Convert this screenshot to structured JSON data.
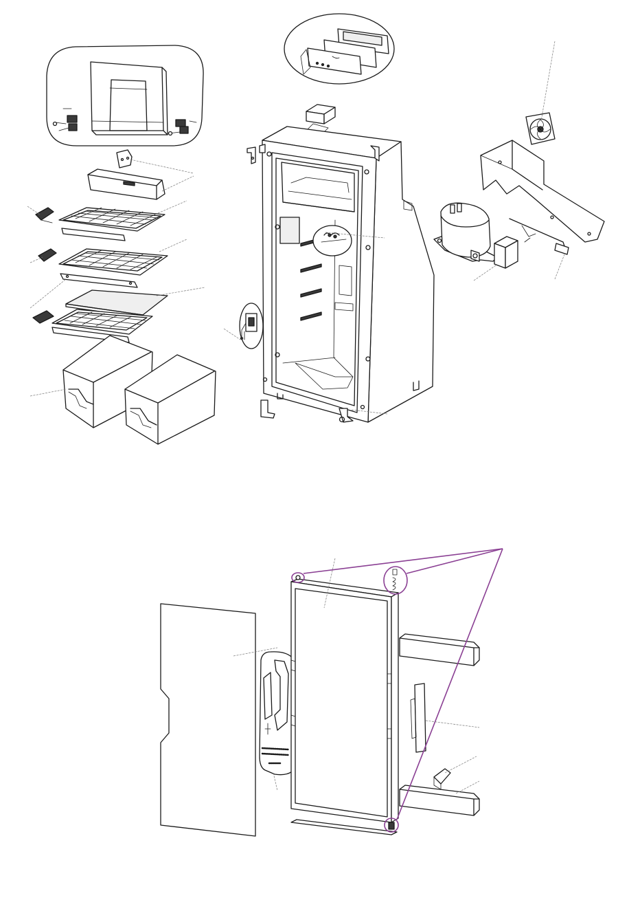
{
  "colors": {
    "background": "#ffffff",
    "line": "#1a1a1a",
    "leader": "#777777",
    "highlight": "#8a3f93"
  },
  "parts_upper": [
    "door-top-detail-inset",
    "thermostat-panel-inset",
    "cabinet",
    "freezer-tray",
    "wire-shelf-upper",
    "wire-shelf-middle",
    "shelf-rail-middle",
    "glass-crisper-cover",
    "wire-shelf-lower",
    "crisper-drawers",
    "door-switch",
    "evaporator-fan",
    "compressor-cover",
    "compressor",
    "relay-box",
    "power-cord"
  ],
  "parts_lower": [
    "door-outer-panel",
    "door-handle",
    "door-gasket-frame",
    "door-bottles-racks",
    "door-hinge-pins"
  ]
}
